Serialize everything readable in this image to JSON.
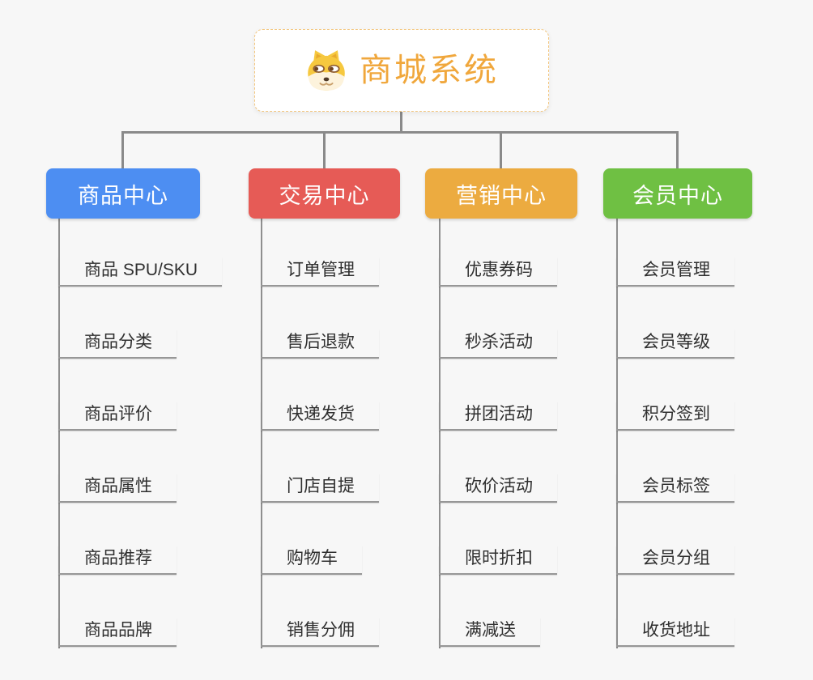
{
  "root": {
    "title": "商城系统",
    "title_color": "#F0A73C",
    "border_color": "#F3C67E",
    "icon": "doge-icon"
  },
  "connector_color": "#8A8A8A",
  "branches": [
    {
      "id": "product-center",
      "label": "商品中心",
      "color": "#4D8EF2",
      "items": [
        "商品 SPU/SKU",
        "商品分类",
        "商品评价",
        "商品属性",
        "商品推荐",
        "商品品牌"
      ]
    },
    {
      "id": "trade-center",
      "label": "交易中心",
      "color": "#E65B56",
      "items": [
        "订单管理",
        "售后退款",
        "快递发货",
        "门店自提",
        "购物车",
        "销售分佣"
      ]
    },
    {
      "id": "marketing-center",
      "label": "营销中心",
      "color": "#ECAB40",
      "items": [
        "优惠券码",
        "秒杀活动",
        "拼团活动",
        "砍价活动",
        "限时折扣",
        "满减送"
      ]
    },
    {
      "id": "member-center",
      "label": "会员中心",
      "color": "#6FC043",
      "items": [
        "会员管理",
        "会员等级",
        "积分签到",
        "会员标签",
        "会员分组",
        "收货地址"
      ]
    }
  ]
}
